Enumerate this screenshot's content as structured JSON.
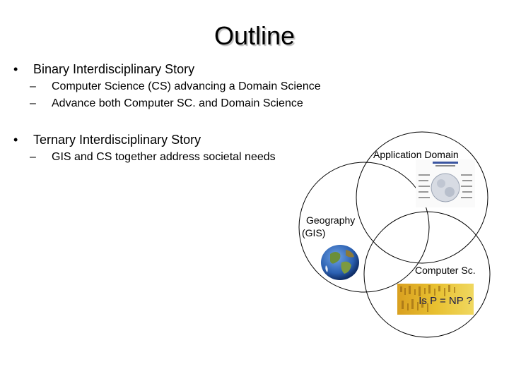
{
  "slide": {
    "title": "Outline",
    "bullets": [
      {
        "mark": "•",
        "text": "Binary Interdisciplinary Story",
        "subs": [
          {
            "mark": "–",
            "text": "Computer Science (CS) advancing a Domain Science"
          },
          {
            "mark": "–",
            "text": "Advance both Computer SC. and Domain Science"
          }
        ]
      },
      {
        "mark": "•",
        "text": "Ternary Interdisciplinary Story",
        "subs": [
          {
            "mark": "–",
            "text": "GIS and CS together address societal needs"
          }
        ]
      }
    ]
  },
  "venn": {
    "application_label": "Application Domain",
    "geography_label_line1": "Geography",
    "geography_label_line2": "(GIS)",
    "cs_label": "Computer Sc.",
    "pnp_text": "Is P = NP ?",
    "icons": {
      "application": "grand-challenges-chart-icon",
      "geography": "globe-icon",
      "cs": "binary-code-icon"
    },
    "colors": {
      "circle_stroke": "#000000",
      "pnp_background": "#e8c030",
      "globe_ocean": "#2a5fb0",
      "globe_land": "#6b8f3a"
    }
  }
}
